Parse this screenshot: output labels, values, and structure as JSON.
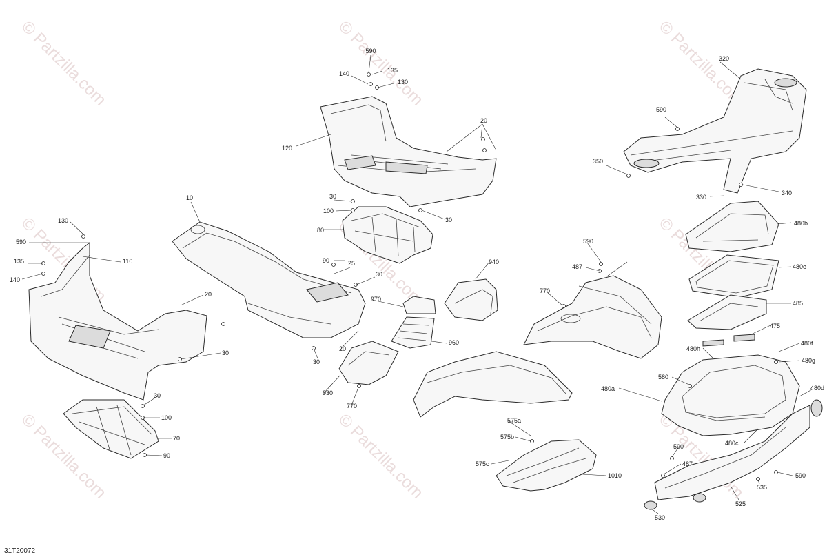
{
  "diagram": {
    "reference_code": "31T20072",
    "watermark_text": "© Partzilla.com",
    "colors": {
      "line": "#2a2a2a",
      "watermark": "#e8d9d9",
      "fill": "#f7f7f7"
    },
    "callouts": [
      {
        "id": "c1",
        "label": "590"
      },
      {
        "id": "c2",
        "label": "135"
      },
      {
        "id": "c3",
        "label": "140"
      },
      {
        "id": "c4",
        "label": "130"
      },
      {
        "id": "c5",
        "label": "120"
      },
      {
        "id": "c6",
        "label": "20"
      },
      {
        "id": "c7",
        "label": "320"
      },
      {
        "id": "c8",
        "label": "590"
      },
      {
        "id": "c9",
        "label": "350"
      },
      {
        "id": "c10",
        "label": "340"
      },
      {
        "id": "c11",
        "label": "330"
      },
      {
        "id": "c12",
        "label": "480b"
      },
      {
        "id": "c13",
        "label": "10"
      },
      {
        "id": "c14",
        "label": "30"
      },
      {
        "id": "c15",
        "label": "100"
      },
      {
        "id": "c16",
        "label": "80"
      },
      {
        "id": "c17",
        "label": "30"
      },
      {
        "id": "c18",
        "label": "90"
      },
      {
        "id": "c19",
        "label": "25"
      },
      {
        "id": "c20",
        "label": "30"
      },
      {
        "id": "c21",
        "label": "130"
      },
      {
        "id": "c22",
        "label": "590"
      },
      {
        "id": "c23",
        "label": "135"
      },
      {
        "id": "c24",
        "label": "140"
      },
      {
        "id": "c25",
        "label": "110"
      },
      {
        "id": "c26",
        "label": "20"
      },
      {
        "id": "c27",
        "label": "30"
      },
      {
        "id": "c28",
        "label": "590"
      },
      {
        "id": "c29",
        "label": "487"
      },
      {
        "id": "c30",
        "label": "940"
      },
      {
        "id": "c31",
        "label": "770"
      },
      {
        "id": "c32",
        "label": "480e"
      },
      {
        "id": "c33",
        "label": "970"
      },
      {
        "id": "c34",
        "label": "485"
      },
      {
        "id": "c35",
        "label": "960"
      },
      {
        "id": "c36",
        "label": "475"
      },
      {
        "id": "c37",
        "label": "30"
      },
      {
        "id": "c38",
        "label": "20"
      },
      {
        "id": "c39",
        "label": "480f"
      },
      {
        "id": "c40",
        "label": "480h"
      },
      {
        "id": "c41",
        "label": "480g"
      },
      {
        "id": "c42",
        "label": "930"
      },
      {
        "id": "c43",
        "label": "580"
      },
      {
        "id": "c44",
        "label": "480a"
      },
      {
        "id": "c45",
        "label": "480d"
      },
      {
        "id": "c46",
        "label": "770"
      },
      {
        "id": "c47",
        "label": "30"
      },
      {
        "id": "c48",
        "label": "100"
      },
      {
        "id": "c49",
        "label": "70"
      },
      {
        "id": "c50",
        "label": "90"
      },
      {
        "id": "c51",
        "label": "575a"
      },
      {
        "id": "c52",
        "label": "575b"
      },
      {
        "id": "c53",
        "label": "480c"
      },
      {
        "id": "c54",
        "label": "590"
      },
      {
        "id": "c55",
        "label": "575c"
      },
      {
        "id": "c56",
        "label": "487"
      },
      {
        "id": "c57",
        "label": "590"
      },
      {
        "id": "c58",
        "label": "1010"
      },
      {
        "id": "c59",
        "label": "535"
      },
      {
        "id": "c60",
        "label": "525"
      },
      {
        "id": "c61",
        "label": "530"
      }
    ]
  }
}
